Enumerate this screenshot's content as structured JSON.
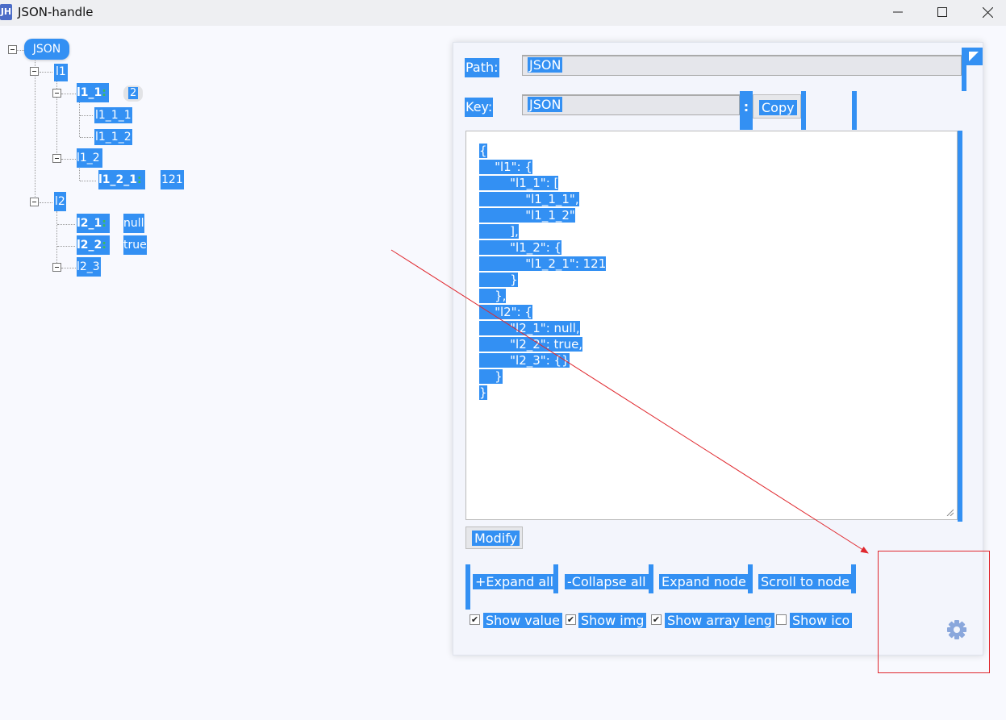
{
  "window": {
    "icon_text": "JH",
    "title": "JSON-handle"
  },
  "tree": {
    "root": "JSON",
    "l1": "l1",
    "l1_1": "l1_1",
    "l1_1_count": "2",
    "l1_1_1": "l1_1_1",
    "l1_1_2": "l1_1_2",
    "l1_2": "l1_2",
    "l1_2_1": "l1_2_1",
    "l1_2_1_value": "121",
    "l2": "l2",
    "l2_1": "l2_1",
    "l2_1_value": "null",
    "l2_2": "l2_2",
    "l2_2_value": "true",
    "l2_3": "l2_3",
    "colon": ":"
  },
  "panel": {
    "path_label": "Path:",
    "path_value": "JSON",
    "key_label": "Key:",
    "key_value": "JSON",
    "key_sep": ":",
    "copy_label": "Copy",
    "json_lines": [
      "{",
      "    \"l1\": {",
      "        \"l1_1\": [",
      "            \"l1_1_1\",",
      "            \"l1_1_2\"",
      "        ],",
      "        \"l1_2\": {",
      "            \"l1_2_1\": 121",
      "        }",
      "    },",
      "    \"l2\": {",
      "        \"l2_1\": null,",
      "        \"l2_2\": true,",
      "        \"l2_3\": {}",
      "    }",
      "}"
    ],
    "modify_label": "Modify",
    "expand_all_label": "+Expand all",
    "collapse_all_label": "-Collapse all",
    "expand_node_label": "Expand node",
    "scroll_to_node_label": "Scroll to node",
    "show_value_label": "Show value",
    "show_value_checked": true,
    "show_img_label": "Show img",
    "show_img_checked": true,
    "show_array_leng_label": "Show array leng",
    "show_array_leng_checked": true,
    "show_ico_label": "Show ico",
    "show_ico_checked": false
  },
  "colors": {
    "highlight": "#3390f3",
    "colon": "#3bbd55",
    "annotation": "#e0282e"
  },
  "icons": [
    "minimize-icon",
    "maximize-icon",
    "close-icon",
    "collapse-toggle-icon",
    "settings-gear-icon",
    "corner-toggle-icon",
    "checkmark-icon"
  ]
}
